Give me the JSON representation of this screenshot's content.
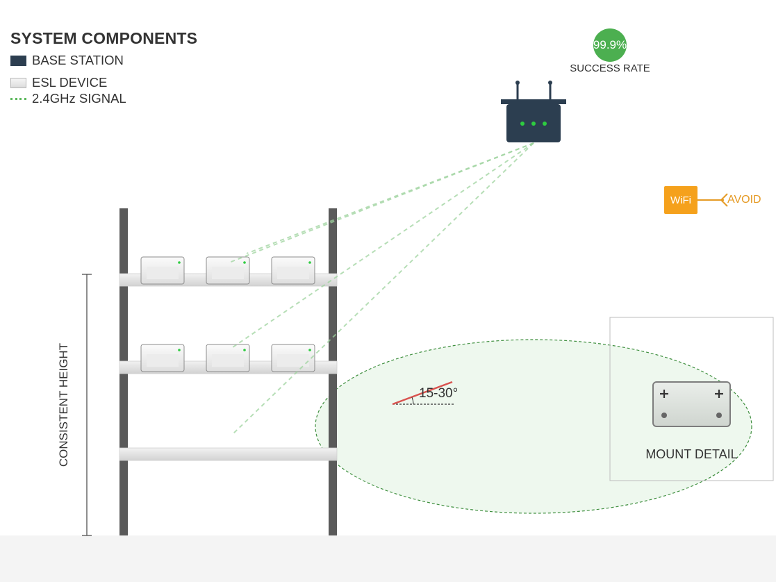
{
  "legend": {
    "title": "SYSTEM COMPONENTS",
    "items": [
      {
        "label": "BASE STATION",
        "swatch": "base"
      },
      {
        "label": "ESL DEVICE",
        "swatch": "esl"
      },
      {
        "label": "2.4GHz SIGNAL",
        "swatch": "signal"
      }
    ]
  },
  "success": {
    "value": "99.9%",
    "label": "SUCCESS RATE"
  },
  "interference": {
    "badge": "WiFi",
    "label": "AVOID"
  },
  "shelf": {
    "height_label": "CONSISTENT HEIGHT"
  },
  "angle": {
    "label": "15-30°"
  },
  "mount": {
    "label": "MOUNT DETAIL"
  },
  "colors": {
    "base_station": "#2c3e50",
    "led": "#2ecc40",
    "signal": "#5cb85c",
    "success": "#4caf50",
    "wifi": "#f5a11c",
    "angle_line": "#d9534f",
    "rack": "#5a5a5a"
  }
}
